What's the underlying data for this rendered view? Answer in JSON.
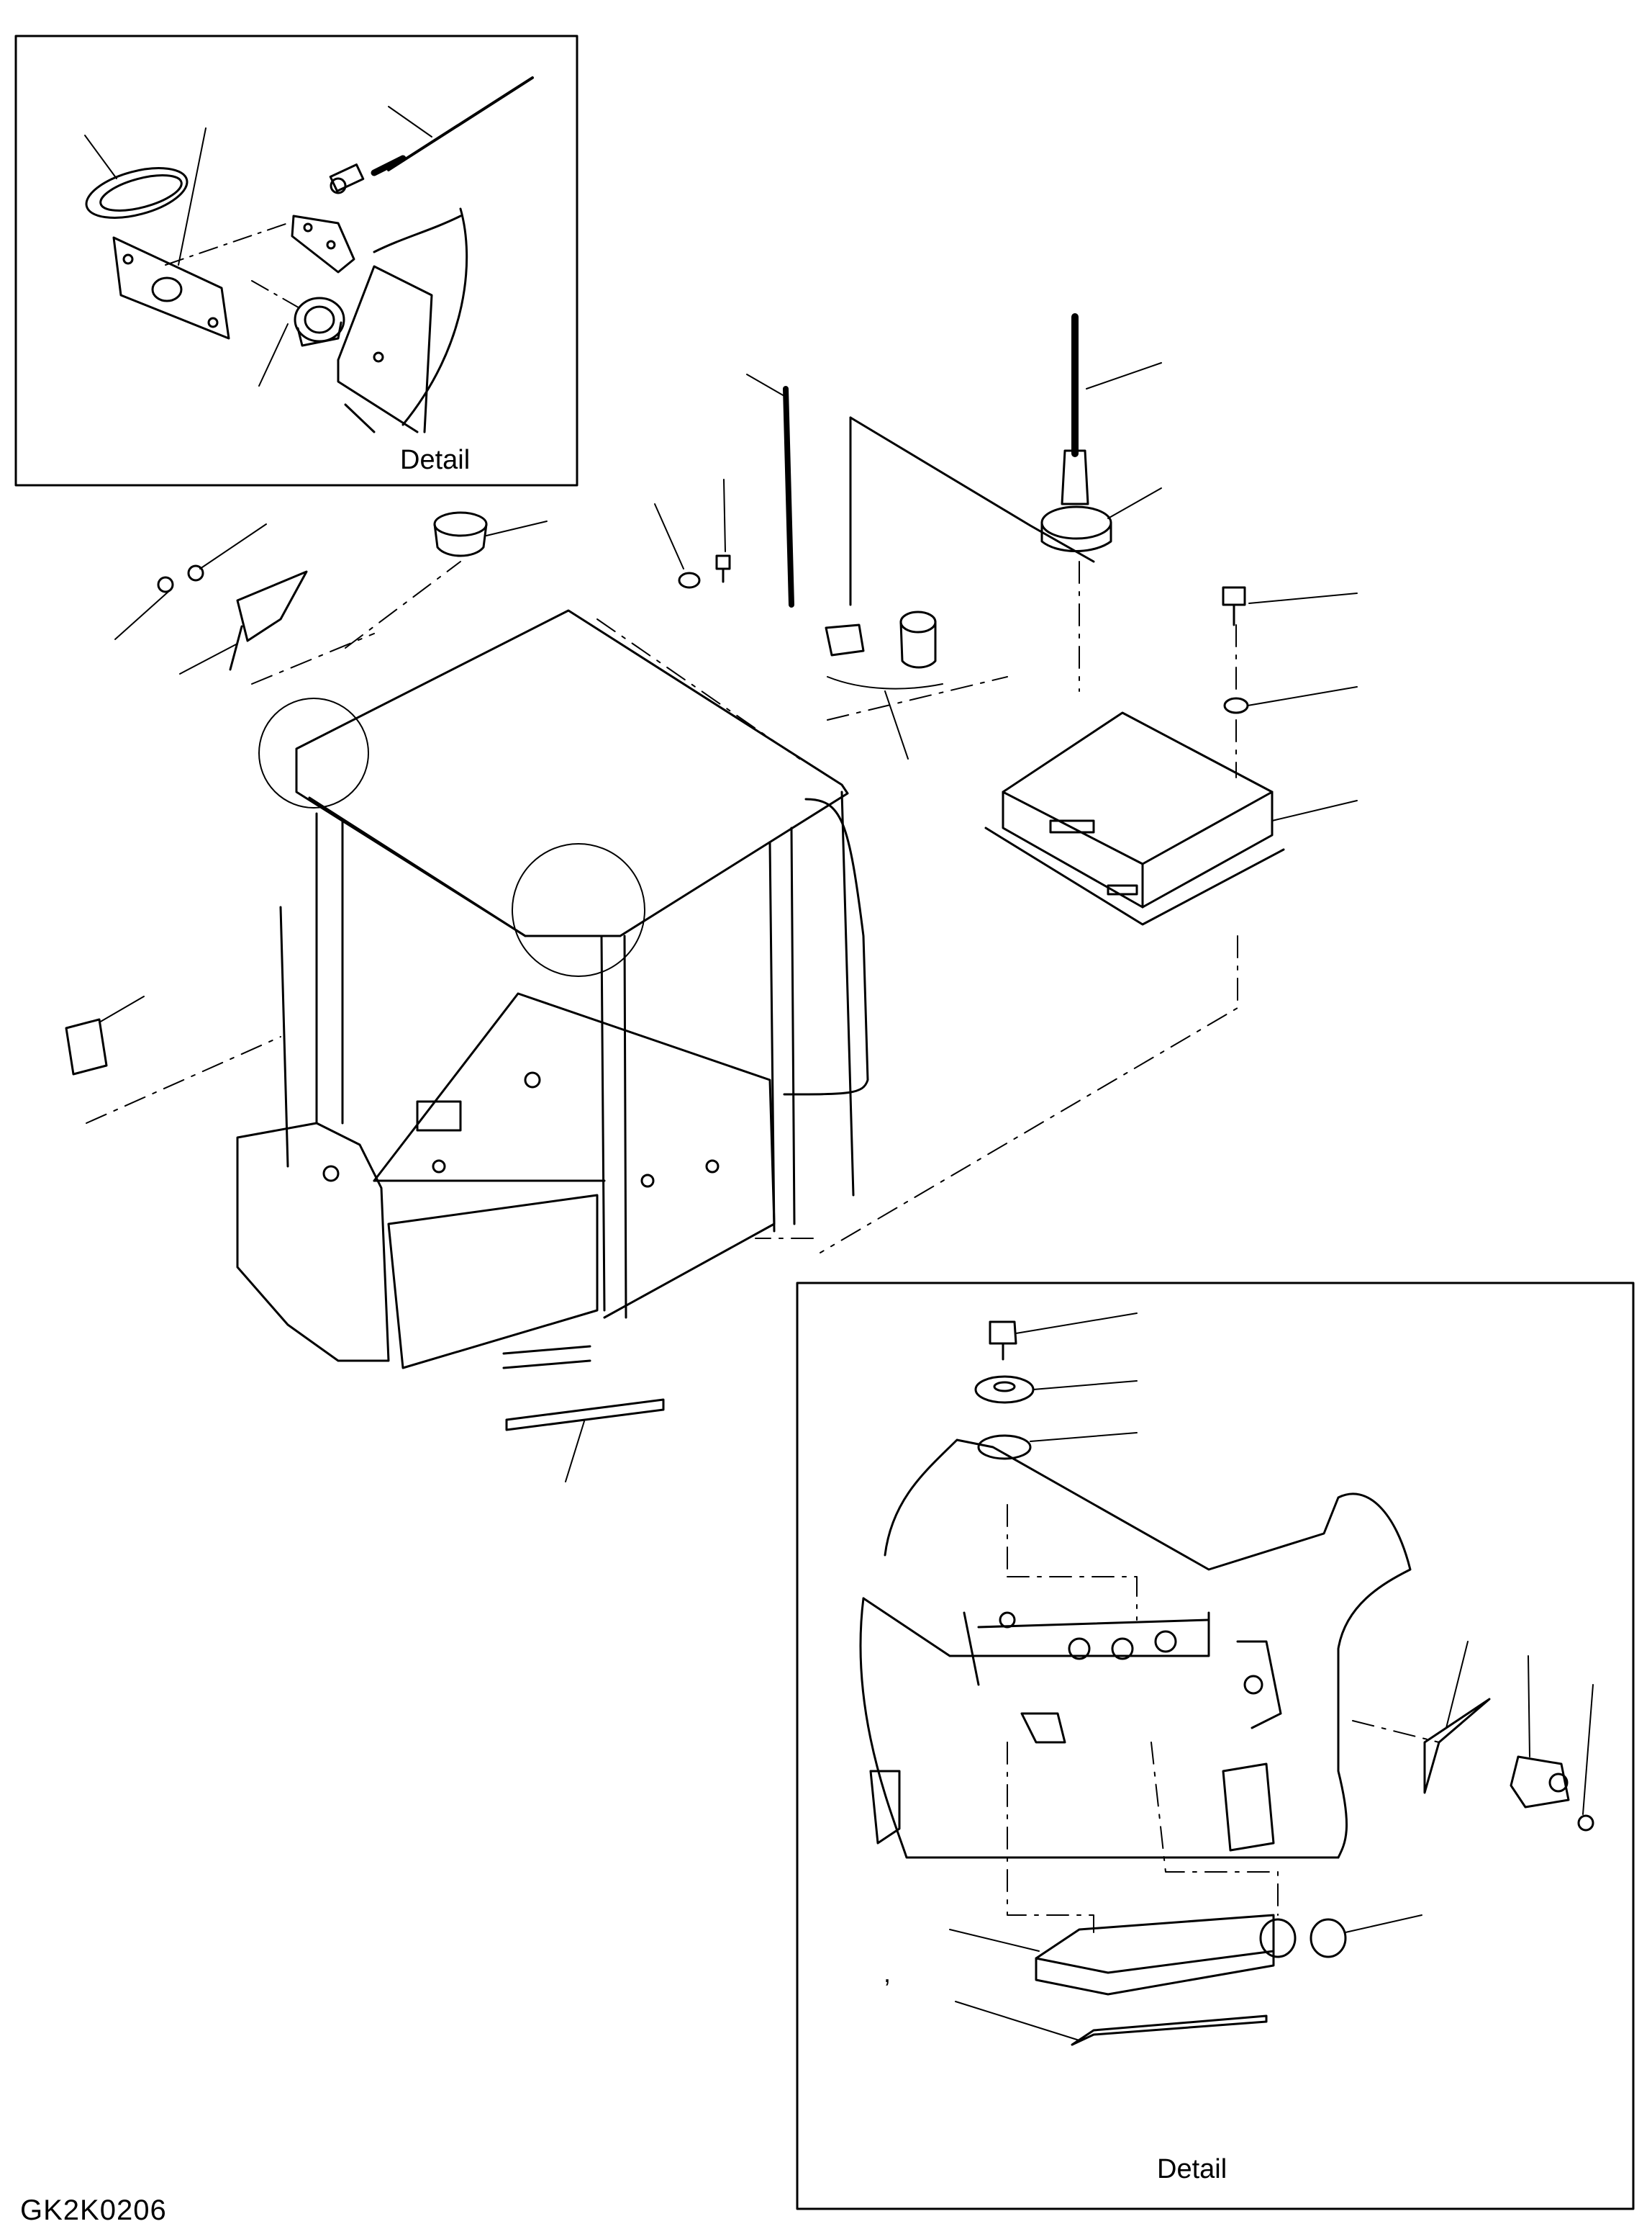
{
  "diagram": {
    "type": "exploded parts drawing",
    "labels": {
      "detail_top": "Detail",
      "detail_bottom": "Detail",
      "drawing_code": "GK2K0206",
      "stray_mark": ","
    },
    "colors": {
      "ink": "#000000",
      "background": "#ffffff"
    }
  }
}
